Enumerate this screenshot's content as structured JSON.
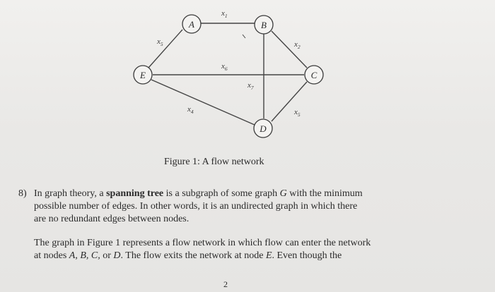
{
  "figure": {
    "nodes": [
      {
        "id": "A",
        "label": "A"
      },
      {
        "id": "B",
        "label": "B"
      },
      {
        "id": "C",
        "label": "C"
      },
      {
        "id": "D",
        "label": "D"
      },
      {
        "id": "E",
        "label": "E"
      }
    ],
    "edges": [
      {
        "from": "A",
        "to": "B",
        "label_base": "x",
        "label_sub": "1"
      },
      {
        "from": "B",
        "to": "C",
        "label_base": "x",
        "label_sub": "2"
      },
      {
        "from": "E",
        "to": "D",
        "label_base": "x",
        "label_sub": "4"
      },
      {
        "from": "C",
        "to": "D",
        "label_base": "x",
        "label_sub": "5"
      },
      {
        "from": "A",
        "to": "E",
        "label_base": "x",
        "label_sub": "5"
      },
      {
        "from": "E",
        "to": "C",
        "label_base": "x",
        "label_sub": "6"
      },
      {
        "from": "B",
        "to": "D",
        "label_base": "x",
        "label_sub": "7"
      }
    ],
    "caption": "Figure 1: A flow network"
  },
  "question": {
    "number": "8)",
    "p1_line1_a": "In graph theory, a ",
    "p1_line1_bold": "spanning tree",
    "p1_line1_b": " is a subgraph of some graph ",
    "p1_line1_var": "G",
    "p1_line1_c": " with the minimum",
    "p1_line2": "possible number of edges. In other words, it is an undirected graph in which there",
    "p1_line3": "are no redundant edges between nodes.",
    "p2_line1": "The graph in Figure 1 represents a flow network in which flow can enter the network",
    "p2_line2_a": "at nodes ",
    "p2_line2_nodes": "A, B, C,",
    "p2_line2_b": " or ",
    "p2_line2_d": "D",
    "p2_line2_c": ". The flow exits the network at node ",
    "p2_line2_e": "E",
    "p2_line2_d2": ". Even though the"
  },
  "page_number": "2"
}
